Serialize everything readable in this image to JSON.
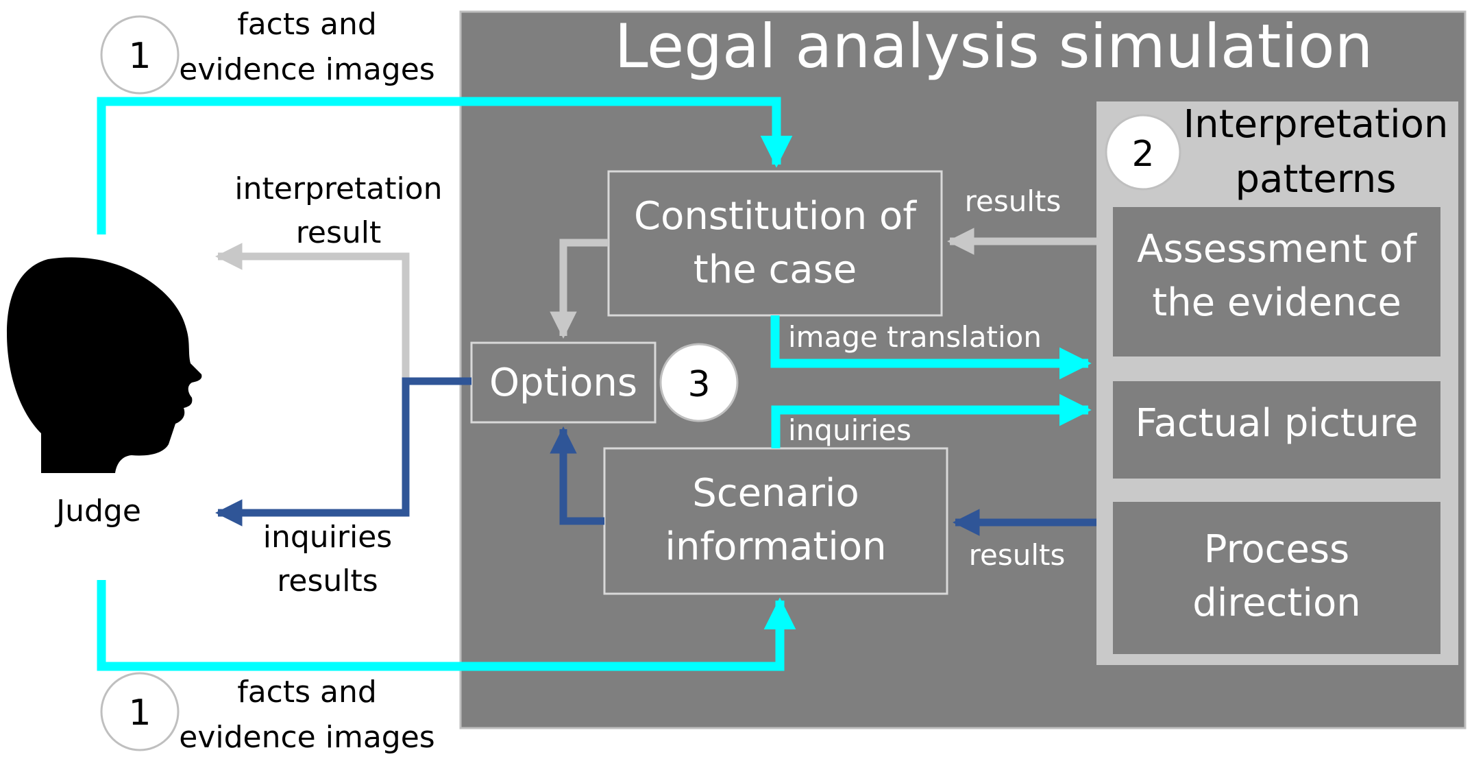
{
  "title": "Legal analysis simulation",
  "actor": {
    "label": "Judge"
  },
  "badges": {
    "input_top": "1",
    "input_bottom": "1",
    "patterns": "2",
    "options": "3"
  },
  "boxes": {
    "constitution": [
      "Constitution of",
      "the case"
    ],
    "options": "Options",
    "scenario": [
      "Scenario",
      "information"
    ]
  },
  "patterns": {
    "title": [
      "Interpretation",
      "patterns"
    ],
    "items": [
      [
        "Assessment of",
        "the evidence"
      ],
      [
        "Factual picture"
      ],
      [
        "Process",
        "direction"
      ]
    ]
  },
  "edge_labels": {
    "input_top": [
      "facts and",
      "evidence images"
    ],
    "input_bottom": [
      "facts and",
      "evidence images"
    ],
    "interpretation_result": [
      "interpretation",
      "result"
    ],
    "inquiries_results": [
      "inquiries",
      "results"
    ],
    "results_top": "results",
    "results_bottom": "results",
    "image_translation": "image translation",
    "inquiries": "inquiries"
  },
  "colors": {
    "panel": "#7f7f7f",
    "panel_border": "#bfbfbf",
    "patterns_bg": "#c9c9c9",
    "box_border": "#d9d9d9",
    "cyan_flow": "#00ffff",
    "navy_flow": "#2f5597",
    "gray_flow": "#c8c8c8"
  }
}
